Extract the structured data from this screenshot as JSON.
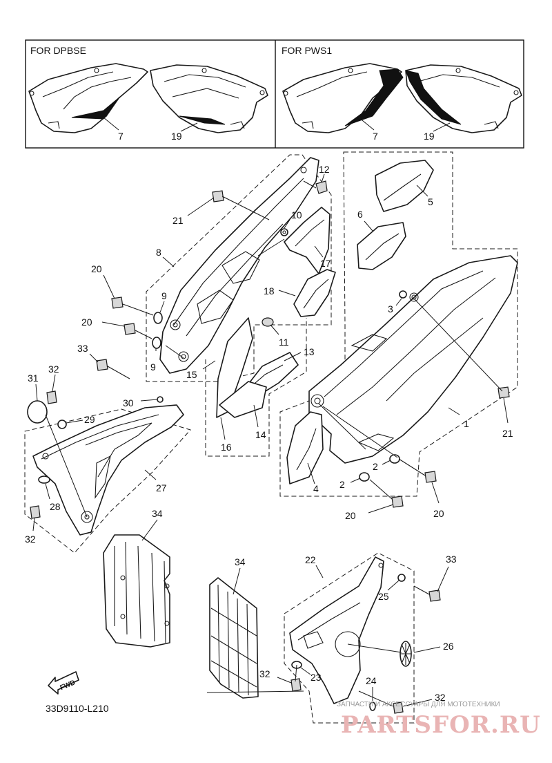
{
  "variants": {
    "left": {
      "header": "FOR DPBSE",
      "callouts": [
        "7",
        "19"
      ]
    },
    "right": {
      "header": "FOR PWS1",
      "callouts": [
        "7",
        "19"
      ]
    }
  },
  "callouts": [
    {
      "id": "c1",
      "label": "1"
    },
    {
      "id": "c2a",
      "label": "2"
    },
    {
      "id": "c2b",
      "label": "2"
    },
    {
      "id": "c3",
      "label": "3"
    },
    {
      "id": "c4",
      "label": "4"
    },
    {
      "id": "c5",
      "label": "5"
    },
    {
      "id": "c6",
      "label": "6"
    },
    {
      "id": "c8",
      "label": "8"
    },
    {
      "id": "c9a",
      "label": "9"
    },
    {
      "id": "c9b",
      "label": "9"
    },
    {
      "id": "c10",
      "label": "10"
    },
    {
      "id": "c11",
      "label": "11"
    },
    {
      "id": "c12",
      "label": "12"
    },
    {
      "id": "c13",
      "label": "13"
    },
    {
      "id": "c14",
      "label": "14"
    },
    {
      "id": "c15",
      "label": "15"
    },
    {
      "id": "c16",
      "label": "16"
    },
    {
      "id": "c17",
      "label": "17"
    },
    {
      "id": "c18",
      "label": "18"
    },
    {
      "id": "c20a",
      "label": "20"
    },
    {
      "id": "c20b",
      "label": "20"
    },
    {
      "id": "c20c",
      "label": "20"
    },
    {
      "id": "c20d",
      "label": "20"
    },
    {
      "id": "c21a",
      "label": "21"
    },
    {
      "id": "c21b",
      "label": "21"
    },
    {
      "id": "c22",
      "label": "22"
    },
    {
      "id": "c23",
      "label": "23"
    },
    {
      "id": "c24",
      "label": "24"
    },
    {
      "id": "c25",
      "label": "25"
    },
    {
      "id": "c26",
      "label": "26"
    },
    {
      "id": "c27",
      "label": "27"
    },
    {
      "id": "c28",
      "label": "28"
    },
    {
      "id": "c29",
      "label": "29"
    },
    {
      "id": "c30",
      "label": "30"
    },
    {
      "id": "c31",
      "label": "31"
    },
    {
      "id": "c32a",
      "label": "32"
    },
    {
      "id": "c32b",
      "label": "32"
    },
    {
      "id": "c32c",
      "label": "32"
    },
    {
      "id": "c32d",
      "label": "32"
    },
    {
      "id": "c33a",
      "label": "33"
    },
    {
      "id": "c33b",
      "label": "33"
    },
    {
      "id": "c34a",
      "label": "34"
    },
    {
      "id": "c34b",
      "label": "34"
    }
  ],
  "fwd_label": "FWD",
  "diagram_code": "33D9110-L210",
  "watermark": {
    "small": "ЗАПЧАСТИ И АКСЕССУАРЫ ДЛЯ МОТОТЕХНИКИ",
    "big": "PARTSFOR.RU"
  }
}
